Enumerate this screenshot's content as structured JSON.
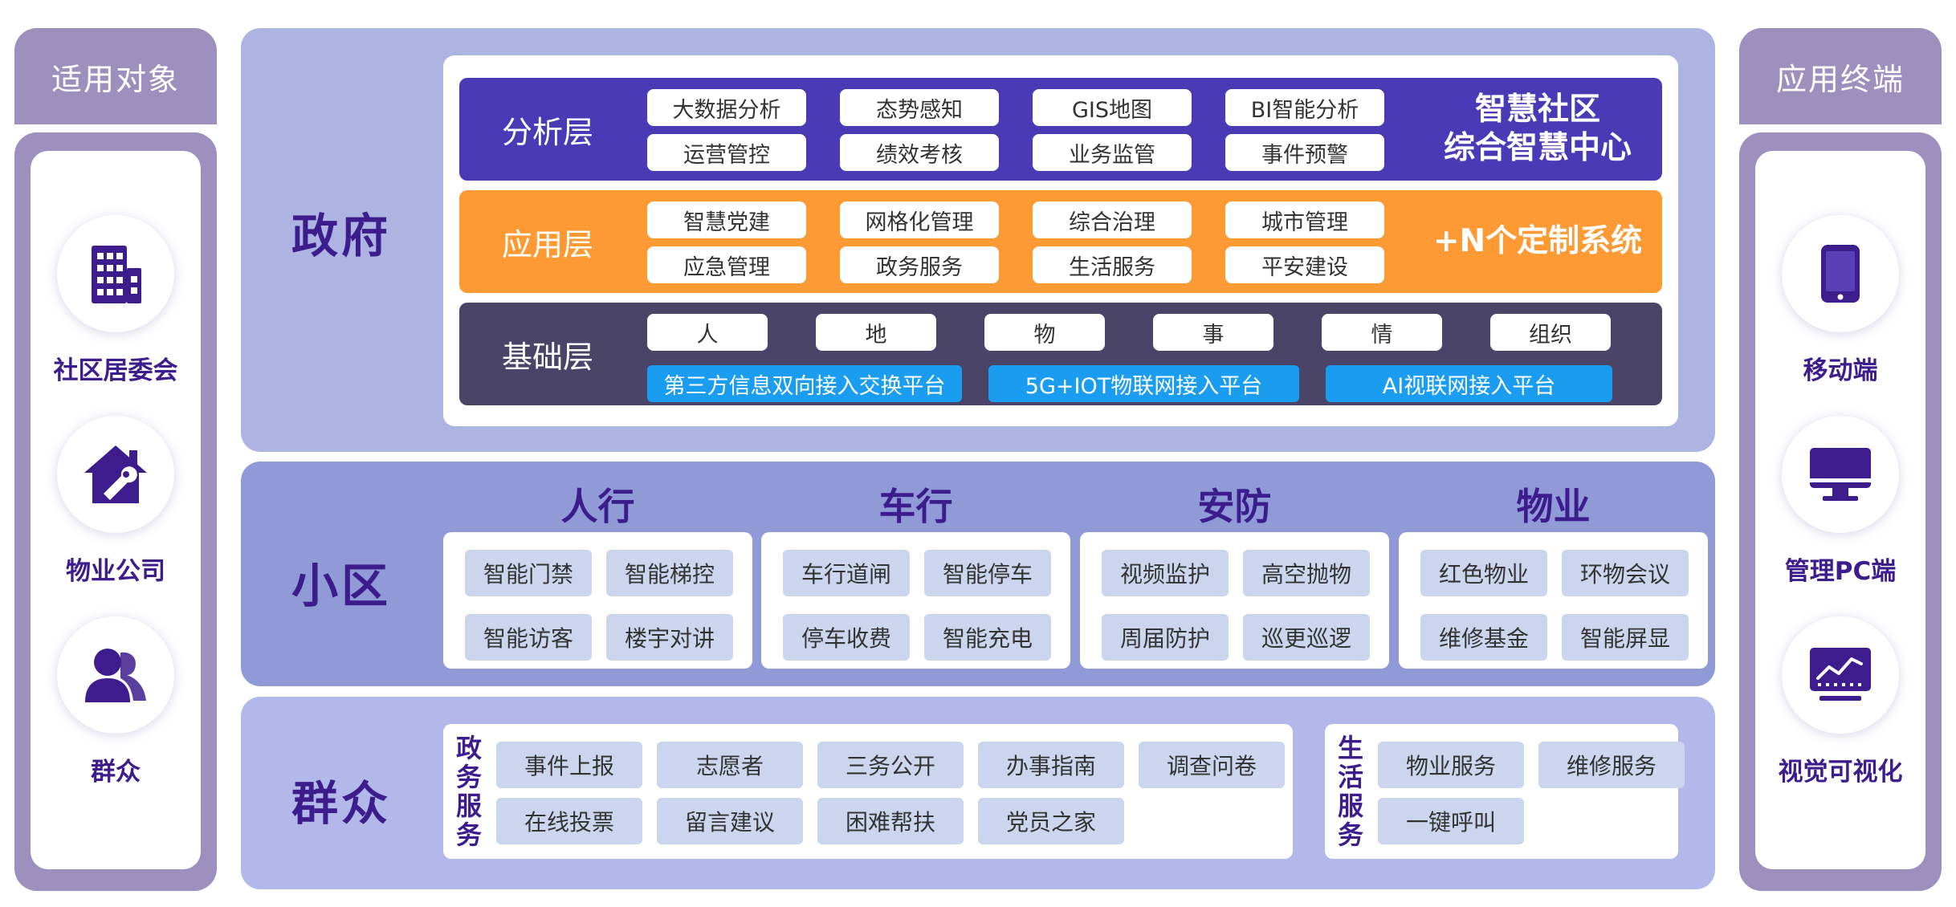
{
  "left_column": {
    "title": "适用对象",
    "items": [
      {
        "label": "社区居委会",
        "icon": "building-icon"
      },
      {
        "label": "物业公司",
        "icon": "house-wrench-icon"
      },
      {
        "label": "群众",
        "icon": "person-icon"
      }
    ]
  },
  "right_column": {
    "title": "应用终端",
    "items": [
      {
        "label": "移动端",
        "icon": "mobile-phone-icon"
      },
      {
        "label": "管理PC端",
        "icon": "monitor-icon"
      },
      {
        "label": "视觉可视化",
        "icon": "chart-screen-icon"
      }
    ]
  },
  "government": {
    "title": "政府",
    "analysis": {
      "label": "分析层",
      "items": [
        "大数据分析",
        "态势感知",
        "GIS地图",
        "BI智能分析",
        "运营管控",
        "绩效考核",
        "业务监管",
        "事件预警"
      ],
      "right_line1": "智慧社区",
      "right_line2": "综合智慧中心"
    },
    "application": {
      "label": "应用层",
      "items": [
        "智慧党建",
        "网格化管理",
        "综合治理",
        "城市管理",
        "应急管理",
        "政务服务",
        "生活服务",
        "平安建设"
      ],
      "right": "+N个定制系统"
    },
    "base": {
      "label": "基础层",
      "items": [
        "人",
        "地",
        "物",
        "事",
        "情",
        "组织"
      ],
      "platforms": [
        "第三方信息双向接入交换平台",
        "5G+IOT物联网接入平台",
        "AI视联网接入平台"
      ]
    }
  },
  "community": {
    "title": "小区",
    "categories": [
      {
        "title": "人行",
        "items": [
          "智能门禁",
          "智能梯控",
          "智能访客",
          "楼宇对讲"
        ]
      },
      {
        "title": "车行",
        "items": [
          "车行道闸",
          "智能停车",
          "停车收费",
          "智能充电"
        ]
      },
      {
        "title": "安防",
        "items": [
          "视频监护",
          "高空抛物",
          "周届防护",
          "巡更巡逻"
        ]
      },
      {
        "title": "物业",
        "items": [
          "红色物业",
          "环物会议",
          "维修基金",
          "智能屏显"
        ]
      }
    ]
  },
  "people": {
    "title": "群众",
    "gov_services": {
      "label": "政务服务",
      "items": [
        "事件上报",
        "志愿者",
        "三务公开",
        "办事指南",
        "调查问卷",
        "在线投票",
        "留言建议",
        "困难帮扶",
        "党员之家"
      ]
    },
    "life_services": {
      "label": "生活服务",
      "items": [
        "物业服务",
        "维修服务",
        "一键呼叫"
      ]
    }
  },
  "colors": {
    "analysis_band": "#4b3ab6",
    "application_band": "#fd9a33",
    "base_band": "#4a4468",
    "platform": "#1a9cf0",
    "gov_section": "#aeb4e2",
    "community_section": "#8f9ad7",
    "people_section": "#b2b8ea",
    "side_frame": "#9d8fbe",
    "title_text": "#3d1d8e"
  }
}
